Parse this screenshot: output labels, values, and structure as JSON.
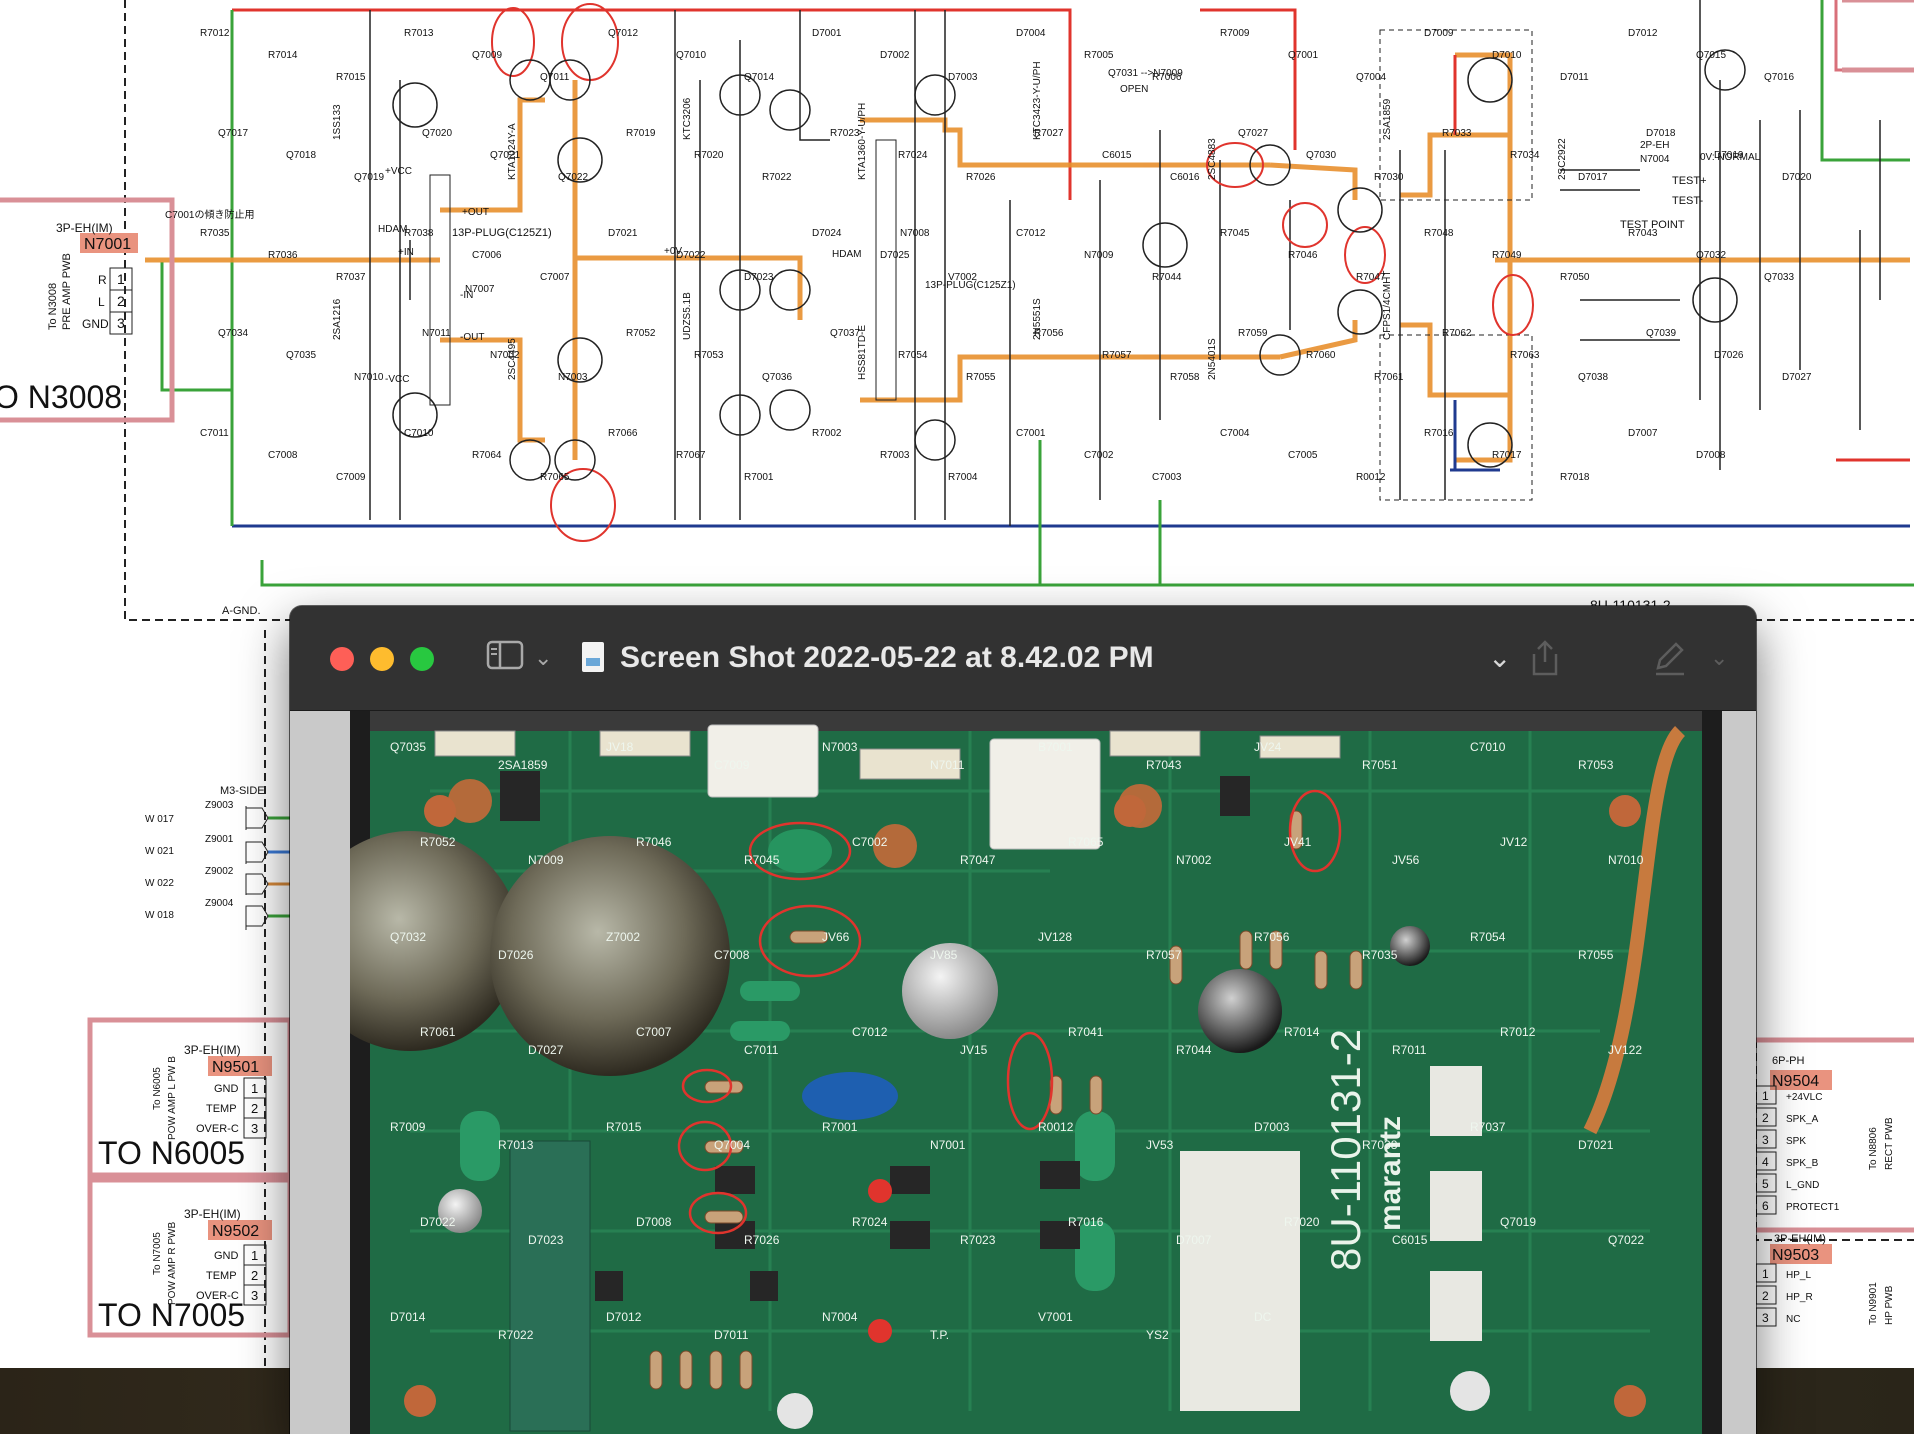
{
  "schematic": {
    "connectors_left": [
      {
        "header": "3P-EH(IM)",
        "ref": "N7001",
        "pins": [
          "R",
          "L",
          "GND"
        ],
        "dest_note": "To N3008",
        "dest_sub": "PRE AMP PWB",
        "big_label": "O N3008"
      },
      {
        "header": "3P-EH(IM)",
        "ref": "N9501",
        "pins": [
          "GND",
          "TEMP",
          "OVER-C"
        ],
        "dest_note": "To N6005",
        "dest_sub": "POW AMP L PW B",
        "big_label": "TO N6005"
      },
      {
        "header": "3P-EH(IM)",
        "ref": "N9502",
        "pins": [
          "GND",
          "TEMP",
          "OVER-C"
        ],
        "dest_note": "To N7005",
        "dest_sub": "POW AMP R PWB",
        "big_label": "TO N7005"
      }
    ],
    "connectors_right": [
      {
        "header": "6P-PH",
        "ref": "N9504",
        "pins": [
          "+24VLC",
          "SPK_A",
          "SPK",
          "SPK_B",
          "L_GND",
          "PROTECT1"
        ],
        "dest_note": "To N8806",
        "dest_sub": "RECT PWB"
      },
      {
        "header": "3P-EH(IM)",
        "ref": "N9503",
        "pins": [
          "HP_L",
          "HP_R",
          "NC"
        ],
        "dest_note": "To N9901",
        "dest_sub": "HP PWB"
      }
    ],
    "m3_side": {
      "title": "M3-SIDE",
      "items": [
        {
          "wire": "W 017",
          "ref": "Z9003"
        },
        {
          "wire": "W 021",
          "ref": "Z9001"
        },
        {
          "wire": "W 022",
          "ref": "Z9002"
        },
        {
          "wire": "W 018",
          "ref": "Z9004"
        }
      ]
    },
    "labels": {
      "agnd": "A-GND.",
      "board": "8U-110131-2",
      "test_point": "TEST POINT",
      "test_plus": "TEST+",
      "test_minus": "TEST-",
      "n7004": "2P-EH",
      "n7004_ref": "N7004",
      "plug_a": "13P-PLUG(C125Z1)",
      "plug_b": "13P-PLUG(C125Z1)",
      "n7007": "N7007",
      "n7008": "N7008",
      "hdam_a": "HDAM",
      "hdam_b": "HDAM",
      "q7031": "Q7031 -->N7009",
      "open": "OPEN",
      "normal": "0V: NORMAL",
      "r_note": "C7001の傾き防止用",
      "vcc_plus": "+VCC",
      "vcc_minus": "-VCC",
      "in_plus": "+IN",
      "in_minus": "-IN",
      "out_plus": "+OUT",
      "out_minus": "-OUT",
      "zero_v": "+0V"
    },
    "components": [
      "R7012",
      "R7014",
      "R7015",
      "R7013",
      "Q7009",
      "Q7011",
      "Q7012",
      "Q7010",
      "Q7014",
      "D7001",
      "D7002",
      "D7003",
      "D7004",
      "R7005",
      "R7006",
      "R7009",
      "Q7001",
      "Q7004",
      "D7009",
      "D7010",
      "D7011",
      "D7012",
      "Q7015",
      "Q7016",
      "Q7017",
      "Q7018",
      "Q7019",
      "Q7020",
      "Q7021",
      "Q7022",
      "R7019",
      "R7020",
      "R7022",
      "R7023",
      "R7024",
      "R7026",
      "R7027",
      "C6015",
      "C6016",
      "Q7027",
      "Q7030",
      "R7030",
      "R7033",
      "R7034",
      "D7017",
      "D7018",
      "D7019",
      "D7020",
      "R7035",
      "R7036",
      "R7037",
      "R7038",
      "C7006",
      "C7007",
      "D7021",
      "D7022",
      "D7023",
      "D7024",
      "D7025",
      "V7002",
      "C7012",
      "N7009",
      "R7044",
      "R7045",
      "R7046",
      "R7047",
      "R7048",
      "R7049",
      "R7050",
      "R7043",
      "Q7032",
      "Q7033",
      "Q7034",
      "Q7035",
      "N7010",
      "N7011",
      "N7002",
      "N7003",
      "R7052",
      "R7053",
      "Q7036",
      "Q7037",
      "R7054",
      "R7055",
      "R7056",
      "R7057",
      "R7058",
      "R7059",
      "R7060",
      "R7061",
      "R7062",
      "R7063",
      "Q7038",
      "Q7039",
      "D7026",
      "D7027",
      "C7011",
      "C7008",
      "C7009",
      "C7010",
      "R7064",
      "R7065",
      "R7066",
      "R7067",
      "R7001",
      "R7002",
      "R7003",
      "R7004",
      "C7001",
      "C7002",
      "C7003",
      "C7004",
      "C7005",
      "R0012",
      "R7016",
      "R7017",
      "R7018",
      "D7007",
      "D7008"
    ],
    "part_types": [
      "1SS133",
      "KTA1024Y-A",
      "KTC3206",
      "KTA1360-Y-U/PH",
      "KTC3423-Y-U/PH",
      "2SC4883",
      "2SA1859",
      "2SC2922",
      "2SA1216",
      "2SC4495",
      "UDZS5.1B",
      "HSS81TD-E",
      "2N5551S",
      "2N5401S",
      "CFPS1/4CMHT"
    ]
  },
  "preview_window": {
    "title": "Screen Shot 2022-05-22 at 8.42.02 PM",
    "toolbar": {
      "sidebar_icon": "sidebar-toggle-icon",
      "share_icon": "share-icon",
      "markup_icon": "pen-markup-icon",
      "rotate_icon": "rotate-icon",
      "annotate_icon": "annotate-circle-icon",
      "search_icon": "search-icon"
    },
    "photo_labels": {
      "board_text": "8U-110131-2",
      "brand": "marantz",
      "labels": [
        "Q7035",
        "2SA1859",
        "JV18",
        "C7009",
        "N7003",
        "N7011",
        "B7001",
        "R7043",
        "JV24",
        "R7051",
        "C7010",
        "R7053",
        "R7052",
        "N7009",
        "R7046",
        "R7045",
        "C7002",
        "R7047",
        "R7065",
        "N7002",
        "JV41",
        "JV56",
        "JV12",
        "N7010",
        "Q7032",
        "D7026",
        "Z7002",
        "C7008",
        "JV66",
        "JV85",
        "JV128",
        "R7057",
        "R7056",
        "R7035",
        "R7054",
        "R7055",
        "R7061",
        "D7027",
        "C7007",
        "C7011",
        "C7012",
        "JV15",
        "R7041",
        "R7044",
        "R7014",
        "R7011",
        "R7012",
        "JV122",
        "R7009",
        "R7013",
        "R7015",
        "Q7004",
        "R7001",
        "N7001",
        "R0012",
        "JV53",
        "D7003",
        "R7038",
        "R7037",
        "D7021",
        "D7022",
        "D7023",
        "D7008",
        "R7026",
        "R7024",
        "R7023",
        "R7016",
        "D7007",
        "R7020",
        "C6015",
        "Q7019",
        "Q7022",
        "D7014",
        "R7022",
        "D7012",
        "D7011",
        "N7004",
        "T.P.",
        "V7001",
        "YS2",
        "DC"
      ]
    },
    "colors": {
      "pcb": "#1f6b45",
      "trace": "#2a8a5a",
      "mark": "#e0342d"
    }
  }
}
